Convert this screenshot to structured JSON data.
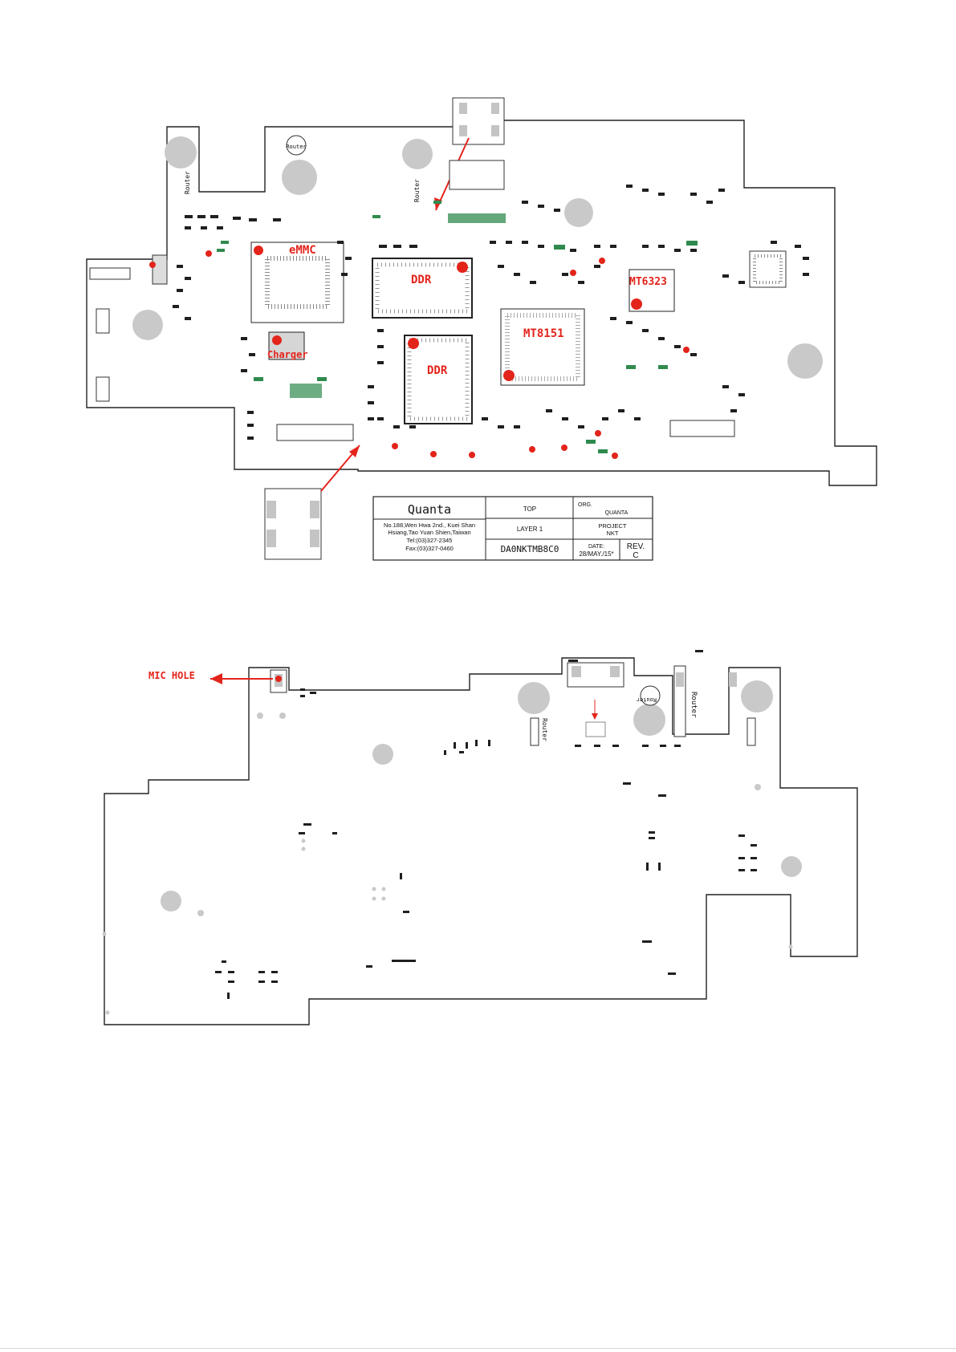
{
  "top_side": {
    "chip_labels": {
      "emmc": "eMMC",
      "ddr_top": "DDR",
      "ddr_bottom": "DDR",
      "mt8151": "MT8151",
      "mt6323": "MT6323",
      "charger": "Charger"
    },
    "router_labels": [
      "Router",
      "Router",
      "Router"
    ]
  },
  "title_block": {
    "company": "Quanta",
    "address_1": "No.188,Wen Hwa 2nd., Kuei Shan",
    "address_2": "Hsiang,Tao Yuan Shien,Taiwan",
    "tel": "Tel:(03)327-2345",
    "fax": "Fax:(03)327-0460",
    "side": "TOP",
    "layer": "LAYER 1",
    "drawing_no": "DA0NKTMB8C0",
    "org_label": "ORG.",
    "org_value": "QUANTA",
    "project_label": "PROJECT",
    "project_value": "NKT",
    "date_label": "DATE:",
    "date_value": "28/MAY./15*",
    "rev_label": "REV.",
    "rev_value": "C"
  },
  "bottom_side": {
    "mic_hole_label": "MIC HOLE",
    "router_labels": [
      "Router",
      "Router",
      "Router"
    ]
  },
  "colors": {
    "board_outline": "#222222",
    "marker_red": "#e3241b",
    "component": "#1f1f1f",
    "component_green": "#2f8a4e",
    "mount_hole": "#c9c9c9"
  }
}
